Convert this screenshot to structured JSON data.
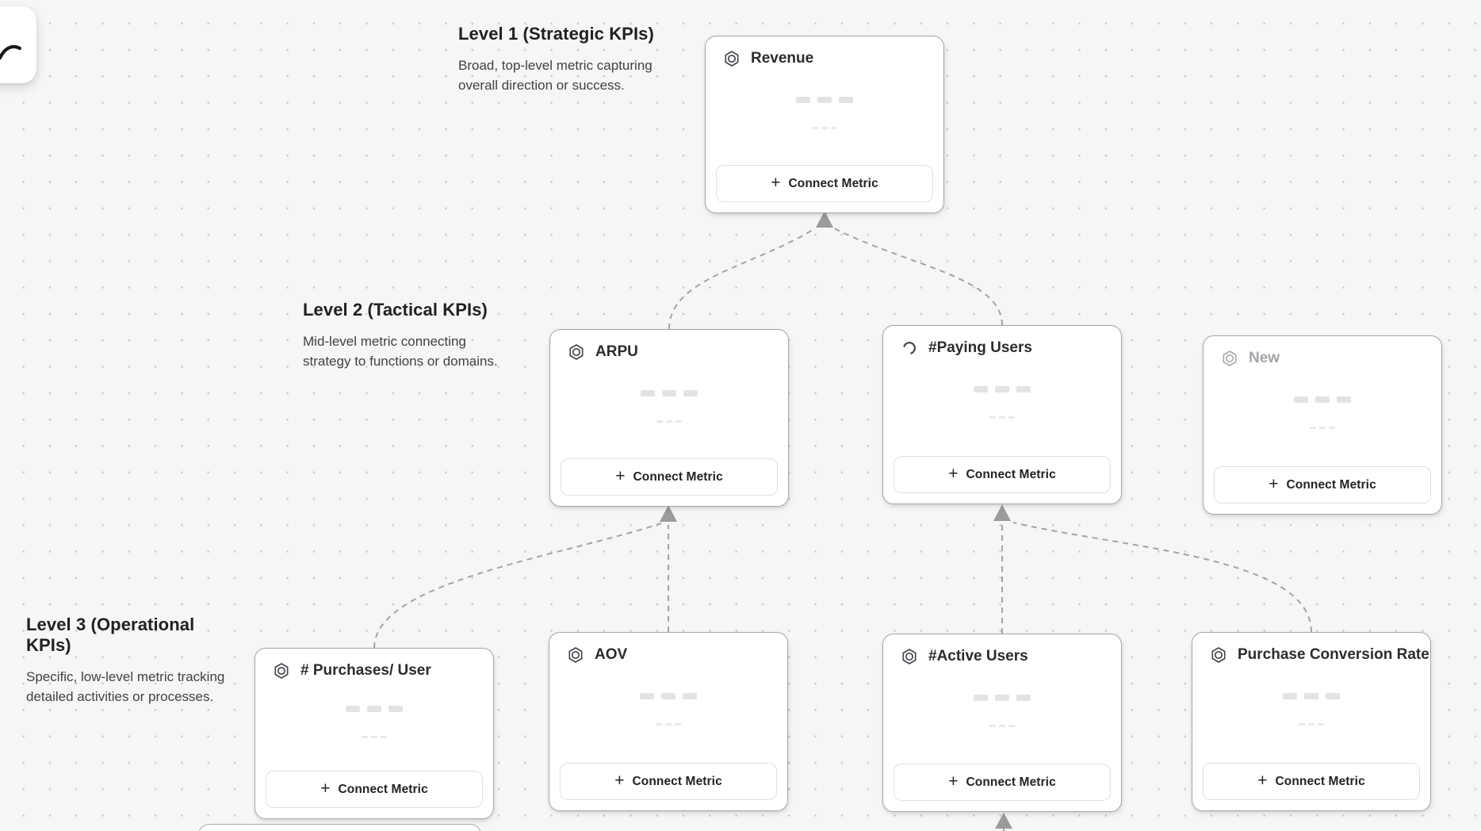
{
  "canvas": {
    "sections": [
      {
        "id": "level1",
        "title": "Level 1 (Strategic KPIs)",
        "description": "Broad, top-level metric capturing overall direction or success."
      },
      {
        "id": "level2",
        "title": "Level 2 (Tactical KPIs)",
        "description": "Mid-level metric connecting strategy to functions or domains."
      },
      {
        "id": "level3",
        "title": "Level 3 (Operational KPIs)",
        "description": "Specific, low-level metric tracking detailed activities or processes."
      }
    ],
    "cards": [
      {
        "id": "revenue",
        "title": "Revenue",
        "icon": "hexagon-metric",
        "level": 1,
        "state": "placeholder-loading"
      },
      {
        "id": "arpu",
        "title": "ARPU",
        "icon": "hexagon-metric",
        "level": 2,
        "state": "placeholder-loading"
      },
      {
        "id": "paying-users",
        "title": "#Paying Users",
        "icon": "loading-spinner",
        "level": 2,
        "state": "loading"
      },
      {
        "id": "new",
        "title": "New",
        "icon": "hexagon-metric",
        "level": 2,
        "state": "draft"
      },
      {
        "id": "purchases-per-user",
        "title": "# Purchases/ User",
        "icon": "hexagon-metric",
        "level": 3,
        "state": "placeholder-loading"
      },
      {
        "id": "aov",
        "title": "AOV",
        "icon": "hexagon-metric",
        "level": 3,
        "state": "placeholder-loading"
      },
      {
        "id": "active-users",
        "title": "#Active Users",
        "icon": "hexagon-metric",
        "level": 3,
        "state": "placeholder-loading"
      },
      {
        "id": "purchase-conversion-rate",
        "title": "Purchase Conversion Rate",
        "icon": "hexagon-metric",
        "level": 3,
        "state": "placeholder-loading"
      }
    ],
    "connect_metric_label": "Connect Metric",
    "icons": {
      "plus": "+"
    },
    "edges": [
      {
        "from": "arpu",
        "to": "revenue"
      },
      {
        "from": "paying-users",
        "to": "revenue"
      },
      {
        "from": "purchases-per-user",
        "to": "arpu"
      },
      {
        "from": "aov",
        "to": "arpu"
      },
      {
        "from": "active-users",
        "to": "paying-users"
      },
      {
        "from": "purchase-conversion-rate",
        "to": "paying-users"
      },
      {
        "from": "offscreen-below",
        "to": "active-users"
      }
    ],
    "colors": {
      "canvas_bg": "#f6f6f4",
      "dot_grid": "#c7c7c5",
      "card_border": "#a6a6a4",
      "card_title": "#2b2c2f",
      "draft_title": "#a4a5aa",
      "connector": "#a3a3a1",
      "skeleton": "#e3e3e1"
    }
  }
}
